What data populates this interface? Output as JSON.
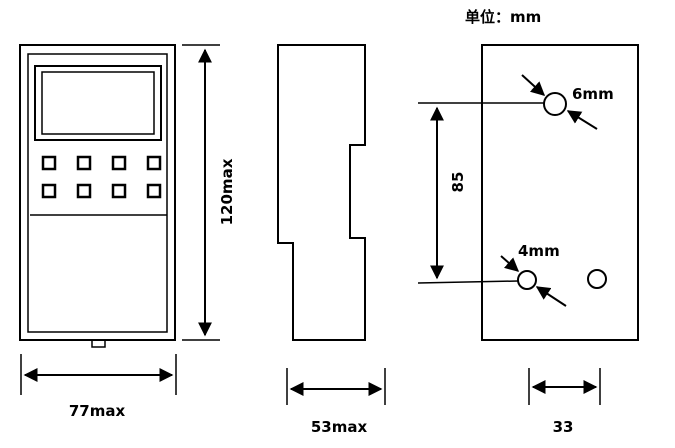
{
  "unit_note": "单位：mm",
  "front_view": {
    "width_label": "77max",
    "height_label": "120max"
  },
  "side_view": {
    "width_label": "53max"
  },
  "back_view": {
    "hole_large_label": "6mm",
    "hole_small_label": "4mm",
    "vertical_spacing_label": "85",
    "horizontal_spacing_label": "33"
  },
  "colors": {
    "line": "#000000",
    "background": "#ffffff"
  }
}
